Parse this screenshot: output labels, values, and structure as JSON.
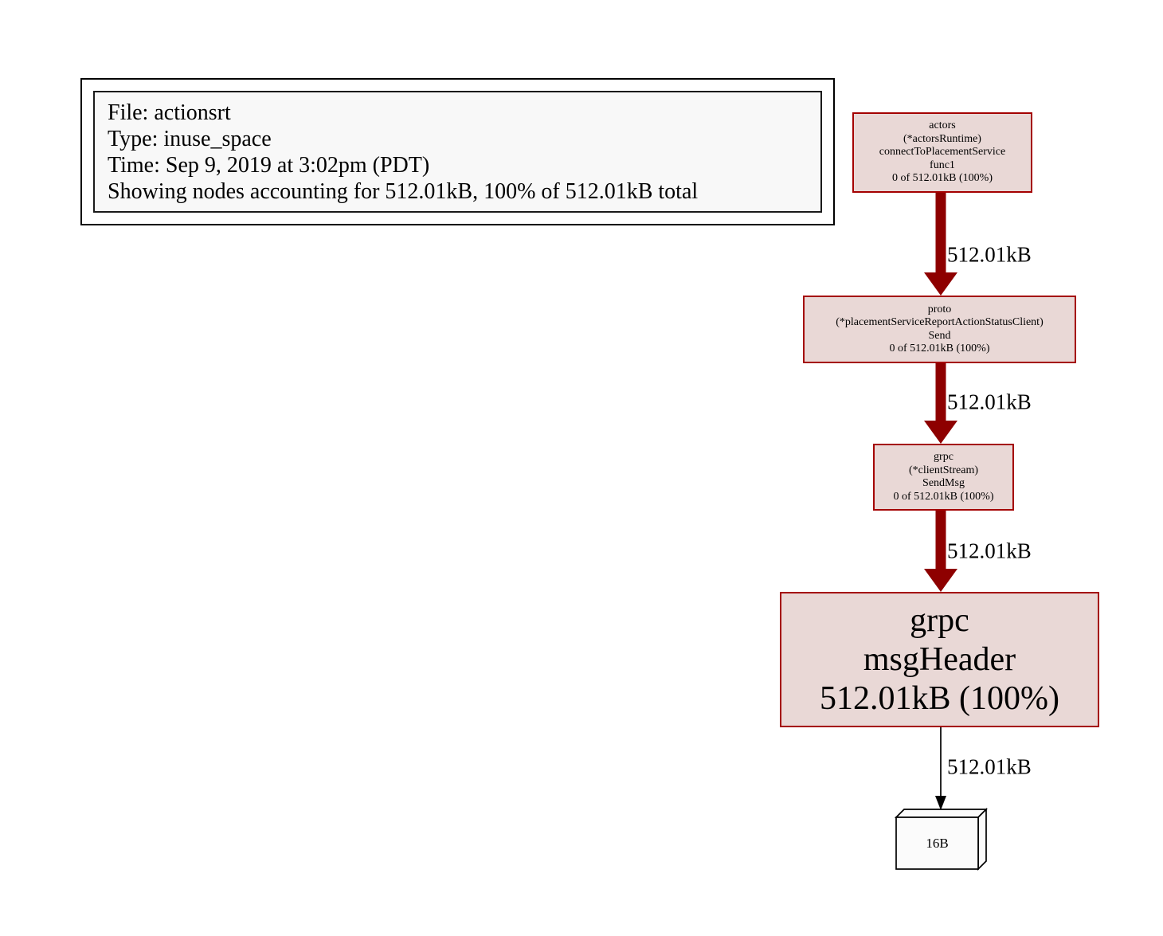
{
  "legend": {
    "lines": [
      "File: actionsrt",
      "Type: inuse_space",
      "Time: Sep 9, 2019 at 3:02pm (PDT)",
      "Showing nodes accounting for 512.01kB, 100% of 512.01kB total"
    ]
  },
  "graph": {
    "nodes": [
      {
        "id": "actors-connectToPlacementService-func1",
        "lines": [
          "actors",
          "(*actorsRuntime)",
          "connectToPlacementService",
          "func1",
          "0 of 512.01kB (100%)"
        ]
      },
      {
        "id": "proto-send",
        "lines": [
          "proto",
          "(*placementServiceReportActionStatusClient)",
          "Send",
          "0 of 512.01kB (100%)"
        ]
      },
      {
        "id": "grpc-clientstream-sendmsg",
        "lines": [
          "grpc",
          "(*clientStream)",
          "SendMsg",
          "0 of 512.01kB (100%)"
        ]
      },
      {
        "id": "grpc-msgheader",
        "lines": [
          "grpc",
          "msgHeader",
          "512.01kB (100%)"
        ]
      },
      {
        "id": "leaf-16b",
        "lines": [
          "16B"
        ]
      }
    ],
    "edges": [
      {
        "from": "actors-connectToPlacementService-func1",
        "to": "proto-send",
        "label": "512.01kB",
        "weight": "heavy"
      },
      {
        "from": "proto-send",
        "to": "grpc-clientstream-sendmsg",
        "label": "512.01kB",
        "weight": "heavy"
      },
      {
        "from": "grpc-clientstream-sendmsg",
        "to": "grpc-msgheader",
        "label": "512.01kB",
        "weight": "heavy"
      },
      {
        "from": "grpc-msgheader",
        "to": "leaf-16b",
        "label": "512.01kB",
        "weight": "light"
      }
    ]
  },
  "colors": {
    "node_fill": "#e9d8d6",
    "node_border": "#a40000",
    "edge_heavy": "#8e0000",
    "edge_light": "#000000",
    "legend_fill": "#f8f8f8",
    "leaf_fill": "#fbfbfb"
  }
}
